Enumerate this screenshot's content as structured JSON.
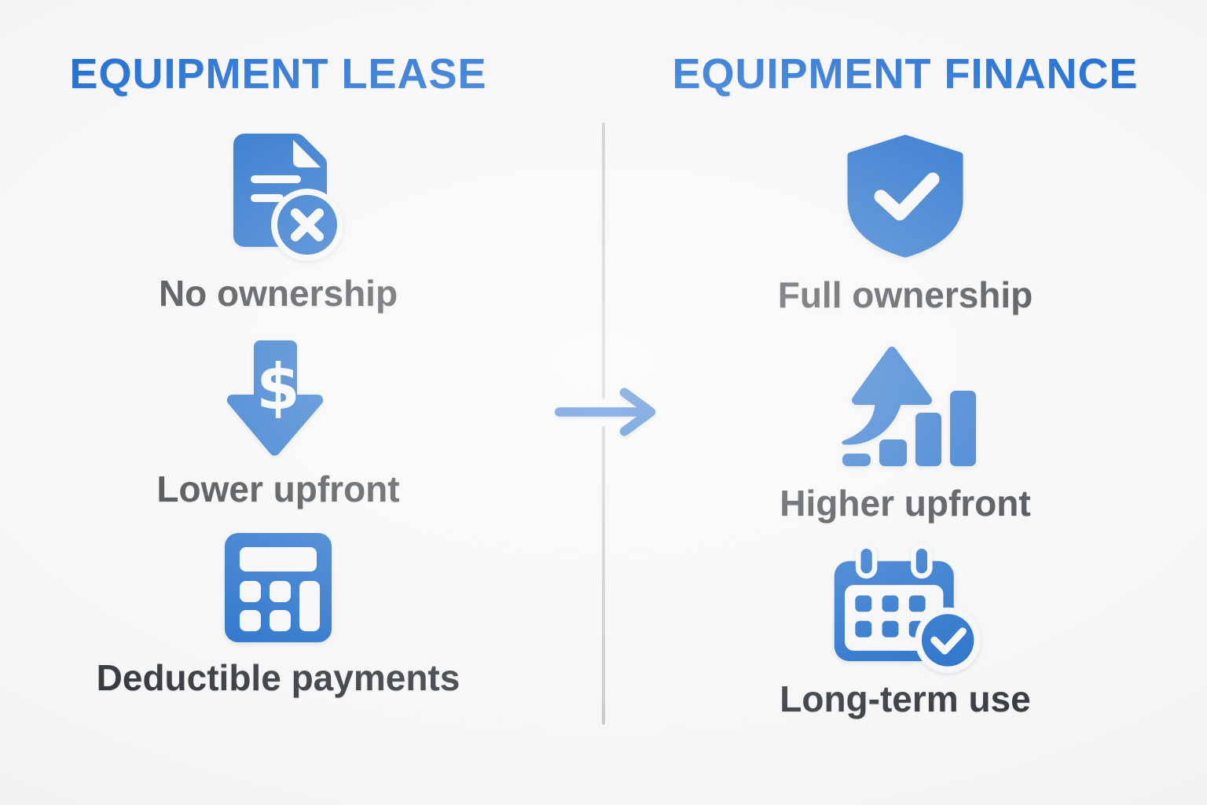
{
  "infographic": {
    "left_column": {
      "title": "EQUIPMENT LEASE",
      "items": [
        {
          "icon": "document-x-icon",
          "label": "No ownership"
        },
        {
          "icon": "dollar-down-arrow-icon",
          "label": "Lower upfront",
          "glyph": "$"
        },
        {
          "icon": "calculator-icon",
          "label": "Deductible payments"
        }
      ]
    },
    "right_column": {
      "title": "EQUIPMENT FINANCE",
      "items": [
        {
          "icon": "shield-check-icon",
          "label": "Full ownership"
        },
        {
          "icon": "growth-chart-icon",
          "label": "Higher upfront"
        },
        {
          "icon": "calendar-check-icon",
          "label": "Long-term use"
        }
      ]
    },
    "center": {
      "arrow_icon": "right-arrow-icon",
      "divider": "vertical-line"
    },
    "colors": {
      "icon_blue": "#1f6cc9",
      "title_blue": "#2471d4",
      "label_dark": "#373b3f",
      "divider_gray": "#c7c9cc",
      "background": "#f6f6f7"
    }
  }
}
